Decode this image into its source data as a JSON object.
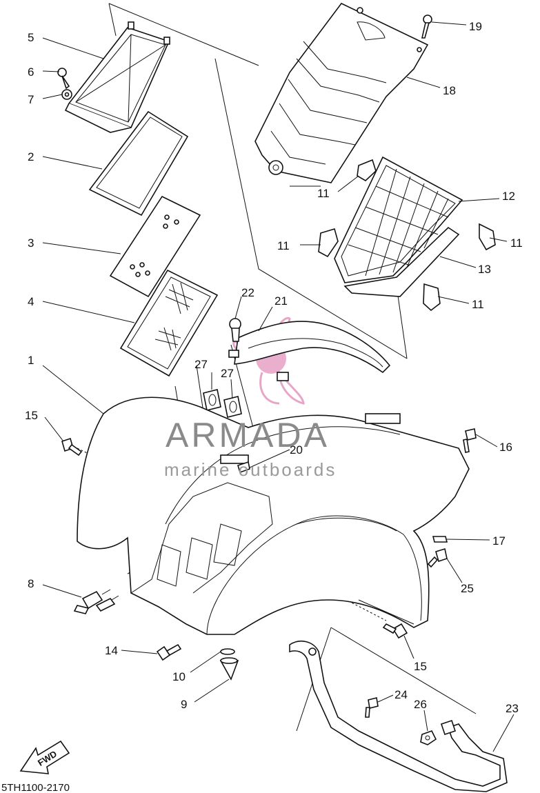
{
  "diagram": {
    "part_code": "5TH1100-2170",
    "fwd_label": "FWD",
    "watermark": {
      "title": "ARMADA",
      "subtitle": "marine outboards",
      "logo_color": "#e8a6c6"
    },
    "callouts": [
      {
        "id": "1",
        "label": "1"
      },
      {
        "id": "2",
        "label": "2"
      },
      {
        "id": "3",
        "label": "3"
      },
      {
        "id": "4",
        "label": "4"
      },
      {
        "id": "5",
        "label": "5"
      },
      {
        "id": "6",
        "label": "6"
      },
      {
        "id": "7",
        "label": "7"
      },
      {
        "id": "8",
        "label": "8"
      },
      {
        "id": "9",
        "label": "9"
      },
      {
        "id": "10",
        "label": "10"
      },
      {
        "id": "11a",
        "label": "11"
      },
      {
        "id": "11b",
        "label": "11"
      },
      {
        "id": "11c",
        "label": "11"
      },
      {
        "id": "11d",
        "label": "11"
      },
      {
        "id": "12",
        "label": "12"
      },
      {
        "id": "13",
        "label": "13"
      },
      {
        "id": "14",
        "label": "14"
      },
      {
        "id": "15a",
        "label": "15"
      },
      {
        "id": "15b",
        "label": "15"
      },
      {
        "id": "16",
        "label": "16"
      },
      {
        "id": "17",
        "label": "17"
      },
      {
        "id": "18",
        "label": "18"
      },
      {
        "id": "19",
        "label": "19"
      },
      {
        "id": "20",
        "label": "20"
      },
      {
        "id": "21",
        "label": "21"
      },
      {
        "id": "22",
        "label": "22"
      },
      {
        "id": "23",
        "label": "23"
      },
      {
        "id": "24",
        "label": "24"
      },
      {
        "id": "25",
        "label": "25"
      },
      {
        "id": "26",
        "label": "26"
      },
      {
        "id": "27a",
        "label": "27"
      },
      {
        "id": "27b",
        "label": "27"
      }
    ]
  }
}
